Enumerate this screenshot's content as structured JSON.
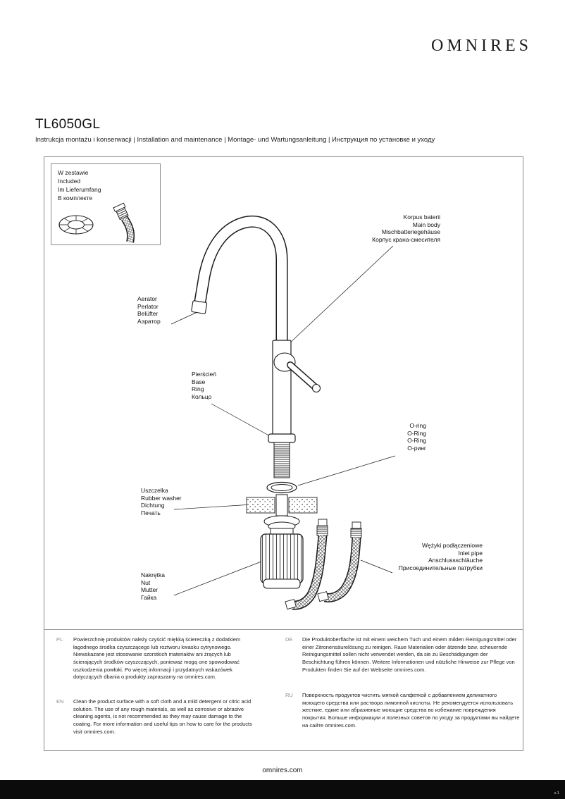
{
  "brand": {
    "logo_text": "OMNIRES"
  },
  "header": {
    "model": "TL6050GL",
    "subtitle": "Instrukcja montażu i konserwacji | Installation and maintenance | Montage- und Wartungsanleitung | Инструкция по установке и уходу"
  },
  "included_box": {
    "lines": [
      "W zestawie",
      "Included",
      "Im Lieferumfang",
      "В комплекте"
    ]
  },
  "part_labels": {
    "main_body": {
      "lines": [
        "Korpus baterii",
        "Main body",
        "Mischbatteriegehäuse",
        "Корпус крана-смесителя"
      ]
    },
    "aerator": {
      "lines": [
        "Aerator",
        "Perlator",
        "Belüfter",
        "Аэратор"
      ]
    },
    "base_ring": {
      "lines": [
        "Pierścień",
        "Base",
        "Ring",
        "Кольцо"
      ]
    },
    "o_ring": {
      "lines": [
        "O-ring",
        "O-Ring",
        "O-Ring",
        "О-ринг"
      ]
    },
    "rubber_washer": {
      "lines": [
        "Uszczelka",
        "Rubber washer",
        "Dichtung",
        "Печать"
      ]
    },
    "inlet_pipes": {
      "lines": [
        "Wężyki podłączeniowe",
        "Inlet pipe",
        "Anschlussschläuche",
        "Присоединительные патрубки"
      ]
    },
    "nut": {
      "lines": [
        "Nakrętka",
        "Nut",
        "Mutter",
        "Гайка"
      ]
    }
  },
  "care_notes": [
    {
      "lang": "PL",
      "text": "Powierzchnię produktów należy czyścić miękką ściereczką z dodatkiem łagodnego środka czyszczącego lub roztworu kwasku cytrynowego. Niewskazane jest stosowanie szorstkich materiałów ani żrących lub ścierających środków czyszczących, ponieważ mogą one spowodować uszkodzenia powłoki. Po więcej informacji i przydatnych wskazówek dotyczących dbania o produkty zapraszamy na omnires.com."
    },
    {
      "lang": "EN",
      "text": "Clean the product surface with a soft cloth and a mild detergent or citric acid solution. The use of any rough materials, as well as corrosive or abrasive cleaning agents, is not recommended as they may cause damage to the coating. For more information and useful tips on how to care for the products visit omnires.com."
    },
    {
      "lang": "DE",
      "text": "Die Produktoberfläche ist mit einem weichem Tuch und einem milden Reinigungsmittel oder einer Zitronensäurelösung zu reinigen. Raue Materialien oder ätzende bzw. scheuernde Reinigungsmittel sollen nicht verwendet werden, da sie zu Beschädigungen der Beschichtung führen können. Weitere Informationen und nützliche Hinweise zur Pflege von Produkten finden Sie auf der Webseite omnires.com."
    },
    {
      "lang": "RU",
      "text": "Поверхность продуктов чистить мягкой салфеткой с добавлением деликатного моющего средства или раствора лимонной кислоты. Не рекомендуется использовать жесткие, едкие или абразивные моющие средства во избежание повреждения покрытия. Больше информации и полезных советов по уходу за продуктами вы найдете на сайте omnires.com."
    }
  ],
  "footer": {
    "website": "omnires.com",
    "bar_note": "v.1"
  }
}
